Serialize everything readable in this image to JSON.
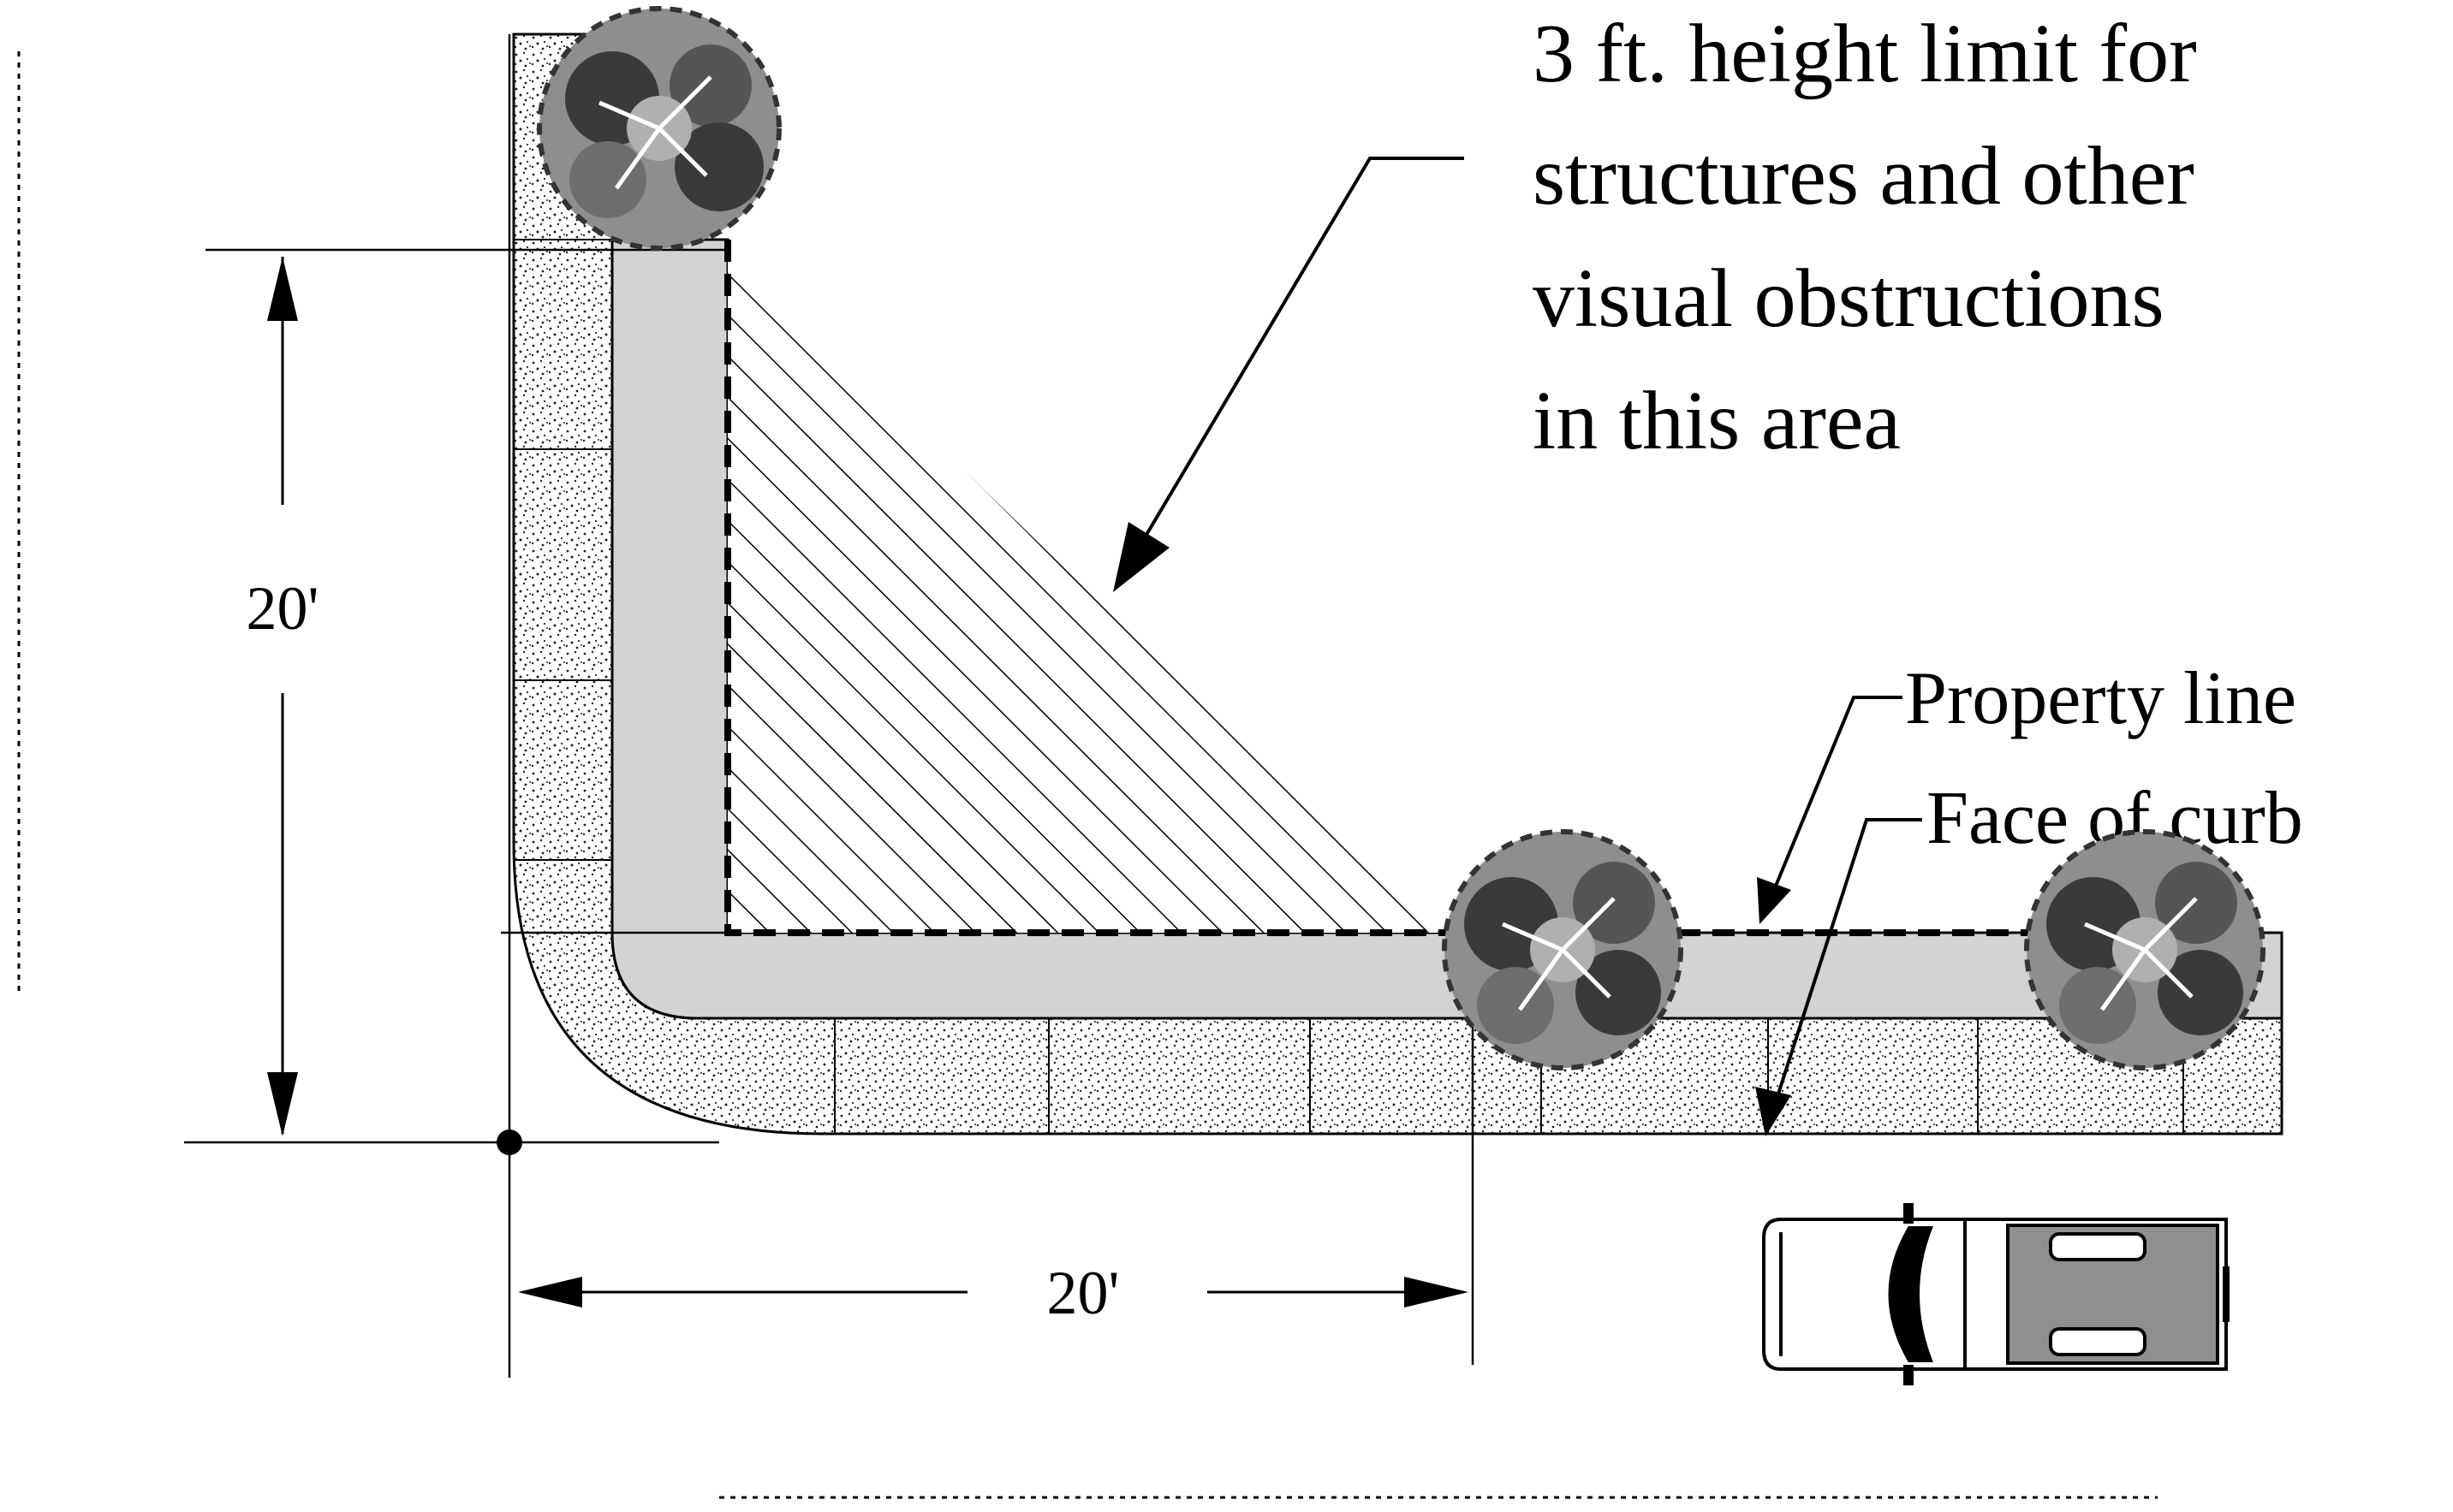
{
  "callout": {
    "lines": [
      "3 ft. height limit for",
      "structures and other",
      "visual obstructions",
      "in this area"
    ]
  },
  "labels": {
    "property_line": "Property line",
    "face_of_curb": "Face of curb"
  },
  "dimensions": {
    "vertical": "20'",
    "horizontal": "20'"
  },
  "colors": {
    "line": "#000000",
    "sidewalk": "#d3d3d3",
    "tree_dark": "#3a3a3a",
    "tree_light": "#8e8e8e",
    "truck_bed": "#8f8f8f"
  },
  "icons": [
    "tree-icon",
    "pickup-truck-icon"
  ]
}
